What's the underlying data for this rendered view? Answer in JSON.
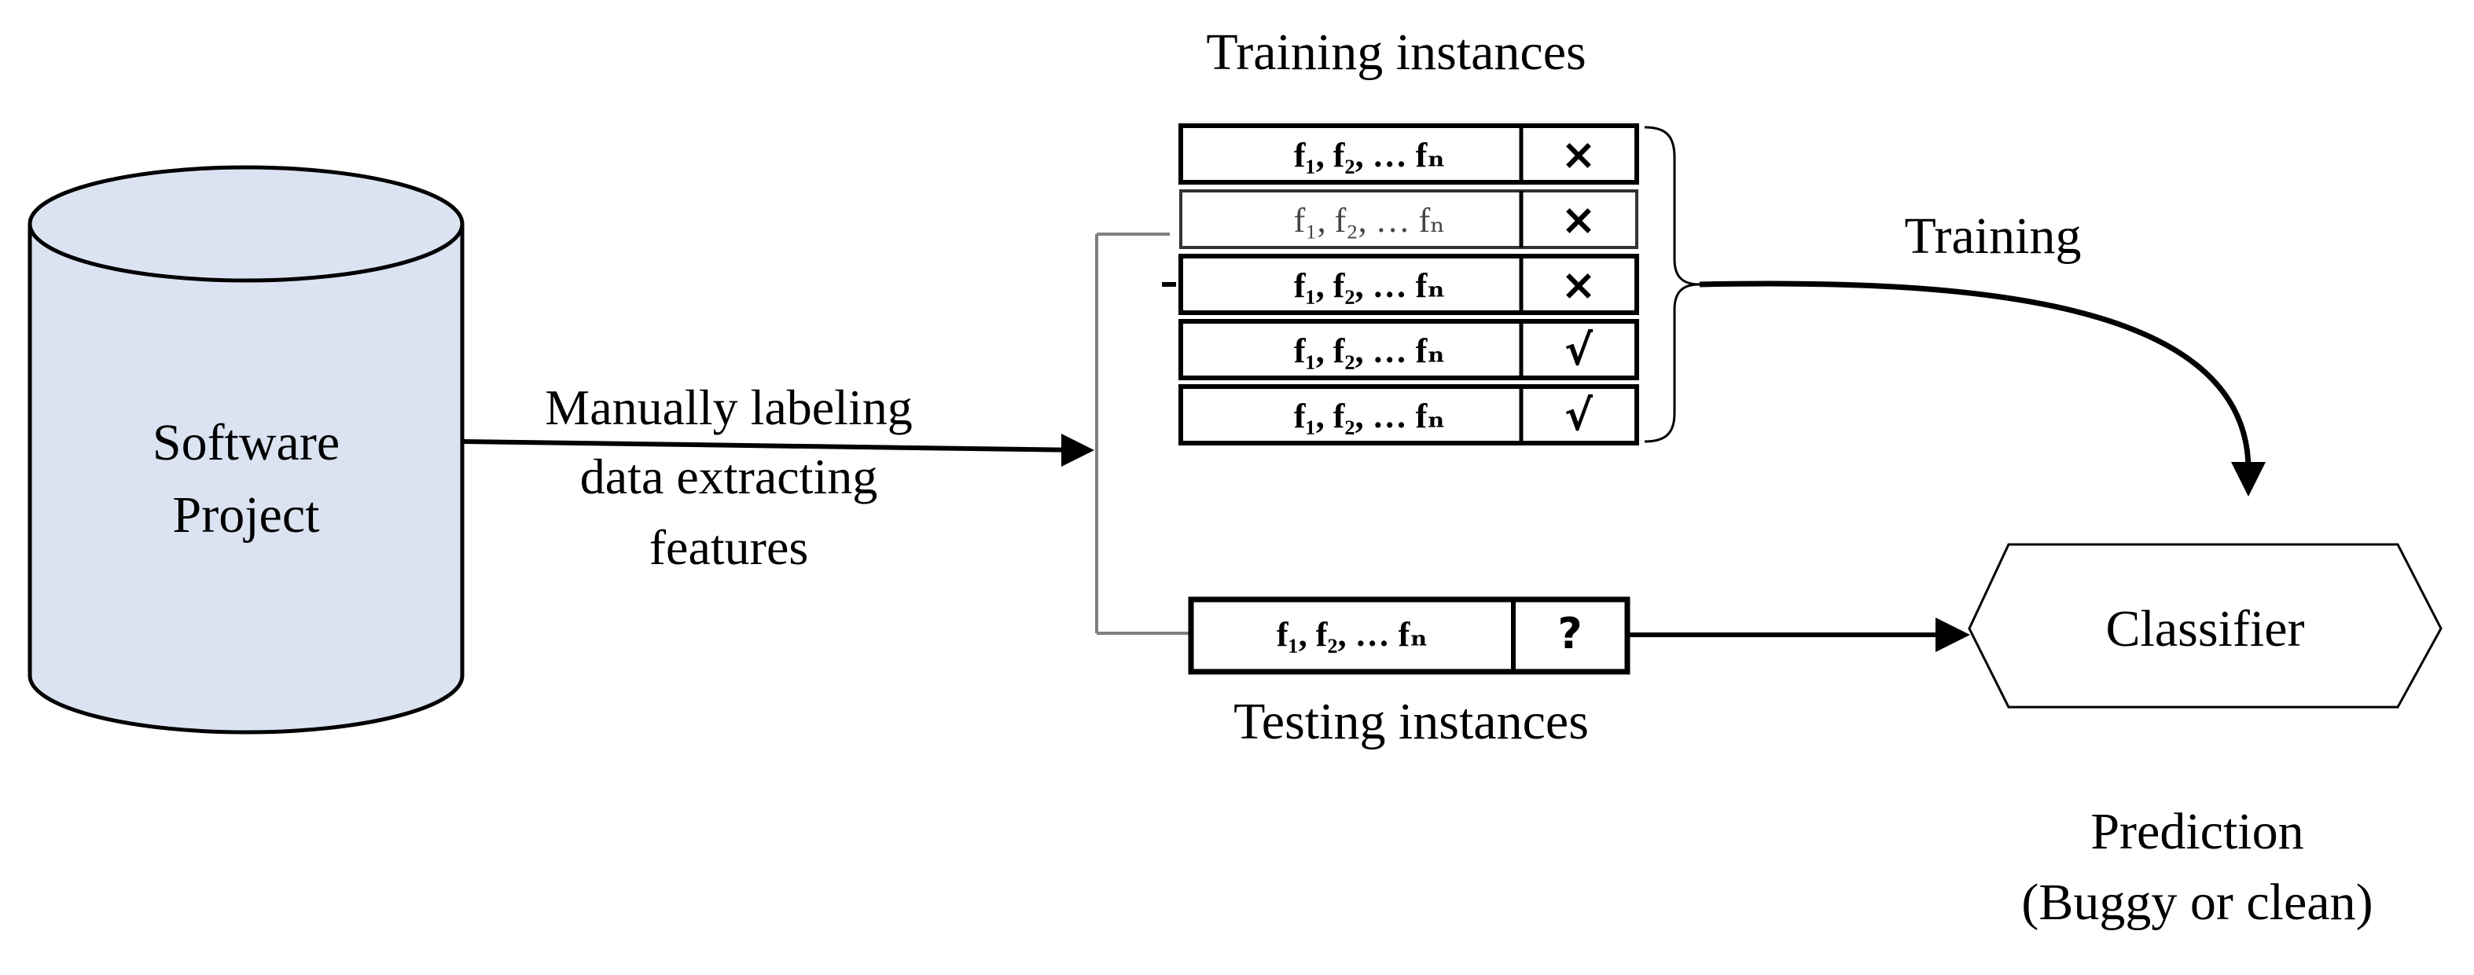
{
  "project": {
    "line1": "Software",
    "line2": "Project"
  },
  "process_label": {
    "line1": "Manually labeling",
    "line2": "data extracting",
    "line3": "features"
  },
  "training_title": "Training instances",
  "training_rows": [
    {
      "features": "f₁, f₂, … fₙ",
      "label": "×"
    },
    {
      "features": "f₁, f₂, … fₙ",
      "label": "×"
    },
    {
      "features": "f₁, f₂, … fₙ",
      "label": "×"
    },
    {
      "features": "f₁, f₂, … fₙ",
      "label": "√"
    },
    {
      "features": "f₁, f₂, … fₙ",
      "label": "√"
    }
  ],
  "training_arrow_label": "Training",
  "testing_row": {
    "features": "f₁, f₂, … fₙ",
    "label": "?"
  },
  "testing_title": "Testing instances",
  "classifier": "Classifier",
  "prediction": {
    "line1": "Prediction",
    "line2": "(Buggy or clean)"
  },
  "colors": {
    "cylinder_fill": "#dbe3f2",
    "stroke": "#000000",
    "light_stroke": "#7f7f7f"
  }
}
